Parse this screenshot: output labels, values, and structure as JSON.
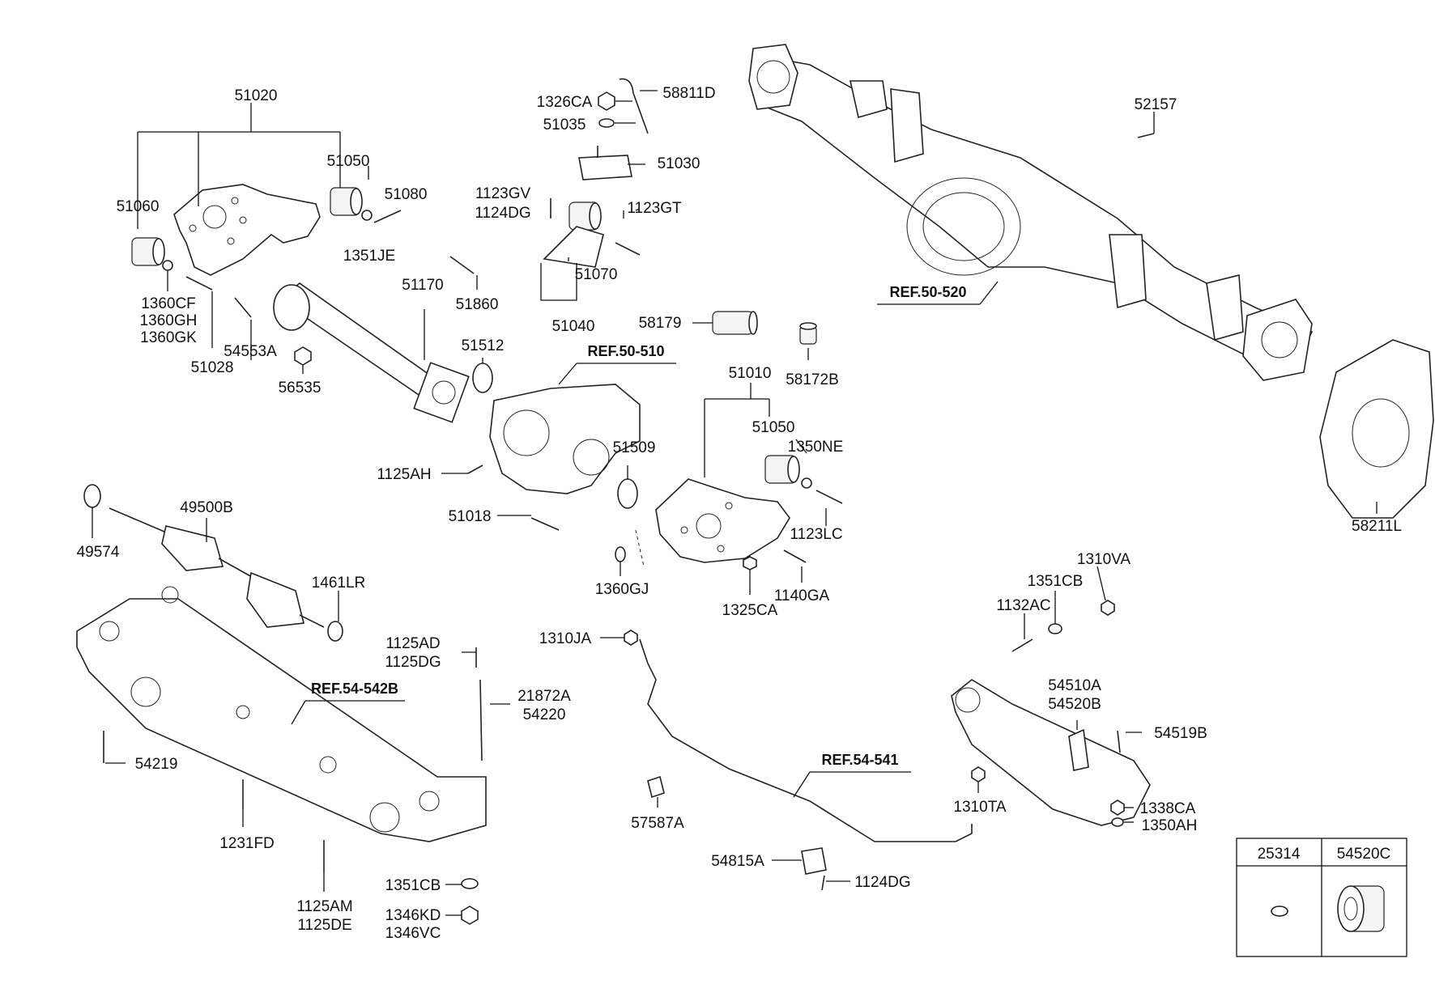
{
  "diagram": {
    "part_labels": [
      "51020",
      "51050",
      "51060",
      "51080",
      "1351JE",
      "1360CF",
      "1360GH",
      "1360GK",
      "51028",
      "54553A",
      "56535",
      "51170",
      "51860",
      "1326CA",
      "51035",
      "58811D",
      "51030",
      "1123GV",
      "1124DG",
      "1123GT",
      "51070",
      "51040",
      "58179",
      "58172B",
      "51512",
      "51509",
      "1125AH",
      "51018",
      "51010",
      "51050",
      "1350NE",
      "1123LC",
      "1360GJ",
      "1325CA",
      "1140GA",
      "52157",
      "58211L",
      "49574",
      "49500B",
      "1461LR",
      "1125AD",
      "1125DG",
      "21872A",
      "54220",
      "54219",
      "1231FD",
      "1125AM",
      "1125DE",
      "1351CB",
      "1346KD",
      "1346VC",
      "1310JA",
      "57587A",
      "54815A",
      "1124DG",
      "1310VA",
      "1351CB",
      "1132AC",
      "54510A",
      "54520B",
      "54519B",
      "1338CA",
      "1350AH",
      "1310TA"
    ],
    "ref_labels": [
      "REF.50-510",
      "REF.50-520",
      "REF.54-542B",
      "REF.54-541"
    ],
    "legend": {
      "headers": [
        "25314",
        "54520C"
      ]
    }
  }
}
